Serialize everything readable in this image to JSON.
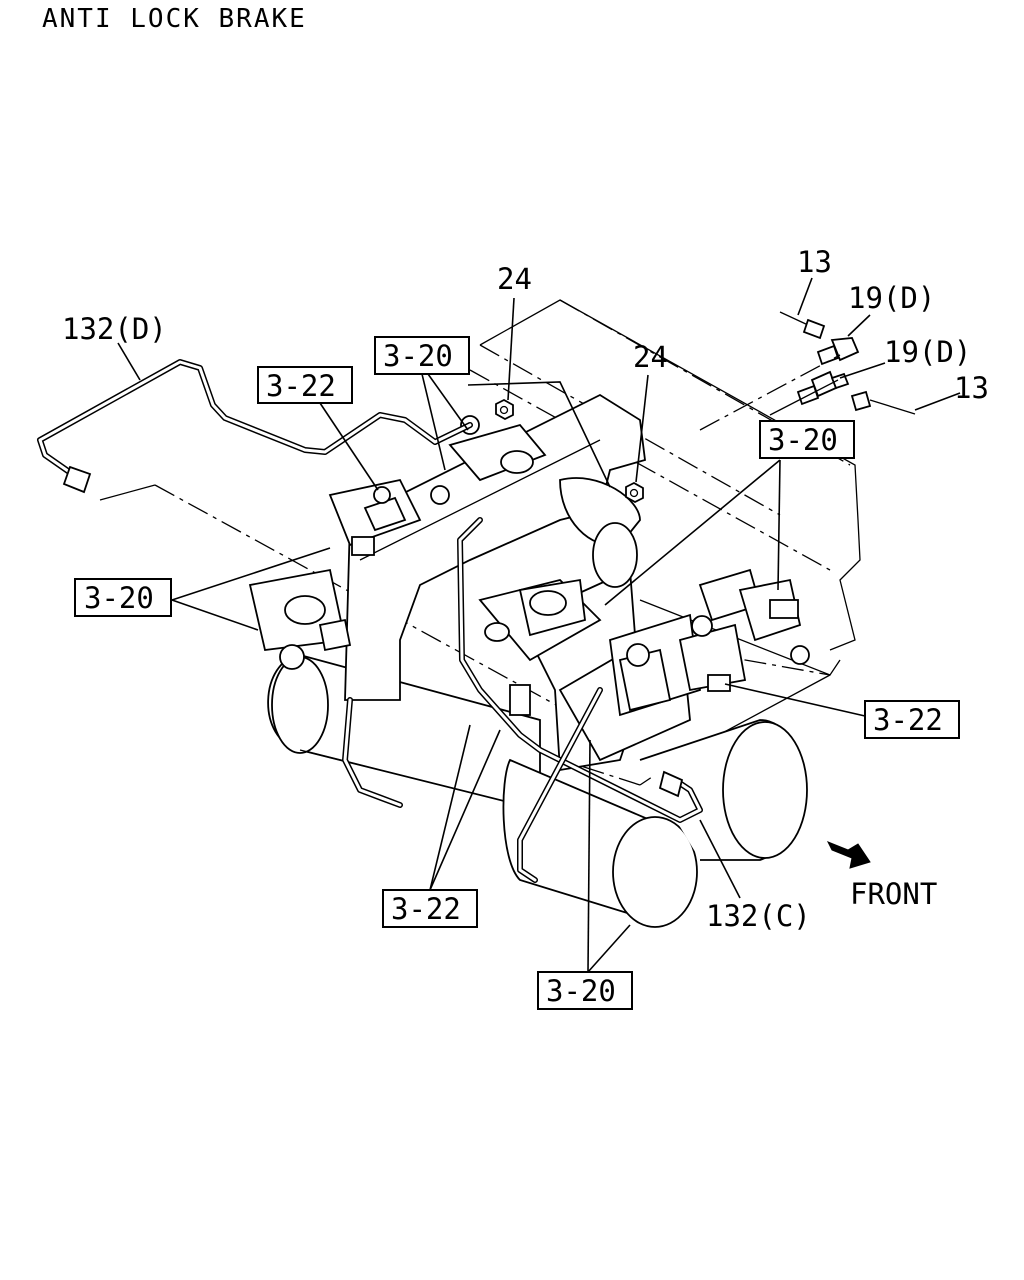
{
  "title": "ANTI LOCK BRAKE",
  "callouts": {
    "c13_top": "13",
    "c13_right": "13",
    "c19d_top": "19(D)",
    "c19d_mid": "19(D)",
    "c24_left": "24",
    "c24_right": "24",
    "c132d": "132(D)",
    "c132c": "132(C)",
    "front": "FRONT"
  },
  "refs": {
    "r322_upper_left": "3-22",
    "r320_upper_mid": "3-20",
    "r320_upper_right": "3-20",
    "r320_left": "3-20",
    "r322_right": "3-22",
    "r322_bottom": "3-22",
    "r320_bottom": "3-20"
  }
}
